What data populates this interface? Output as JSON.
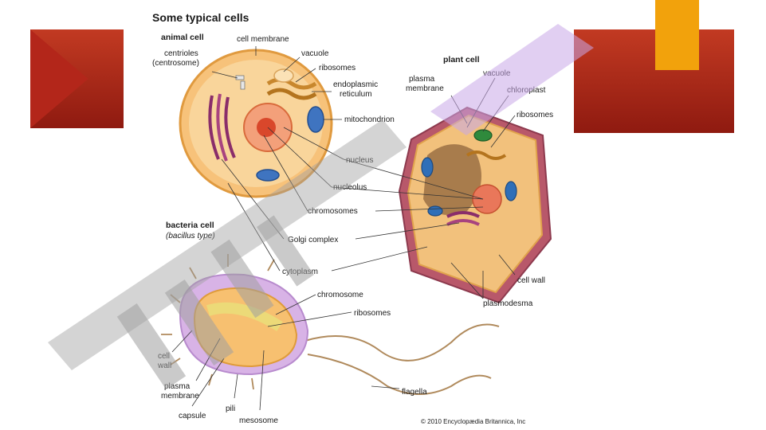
{
  "figure": {
    "title": "Some typical cells",
    "copyright": "© 2010 Encyclopædia Britannica, Inc",
    "animal": {
      "heading": "animal cell",
      "labels": {
        "cell_membrane": "cell membrane",
        "centrioles": "centrioles",
        "centrosome": "(centrosome)",
        "vacuole": "vacuole",
        "ribosomes": "ribosomes",
        "endoplasmic": "endoplasmic",
        "reticulum": "reticulum",
        "mitochondrion": "mitochondrion",
        "nucleus": "nucleus",
        "nucleolus": "nucleolus",
        "chromosomes": "chromosomes",
        "golgi": "Golgi complex",
        "cytoplasm": "cytoplasm"
      }
    },
    "plant": {
      "heading": "plant cell",
      "labels": {
        "plasma": "plasma",
        "membrane": "membrane",
        "vacuole": "vacuole",
        "chloroplast": "chloroplast",
        "ribosomes": "ribosomes",
        "cell_wall": "cell wall",
        "plasmodesma": "plasmodesma"
      }
    },
    "bacteria": {
      "heading": "bacteria cell",
      "subheading": "(bacillus type)",
      "labels": {
        "chromosome": "chromosome",
        "ribosomes": "ribosomes",
        "cell": "cell",
        "wall": "wall",
        "plasma": "plasma",
        "membrane": "membrane",
        "capsule": "capsule",
        "pili": "pili",
        "mesosome": "mesosome",
        "flagella": "flagella"
      }
    }
  },
  "colors": {
    "banner": "#b3261a",
    "accent": "#f2a20c",
    "watermark_letters": "#a0a0a0",
    "watermark_band": "#c9a8e8"
  }
}
